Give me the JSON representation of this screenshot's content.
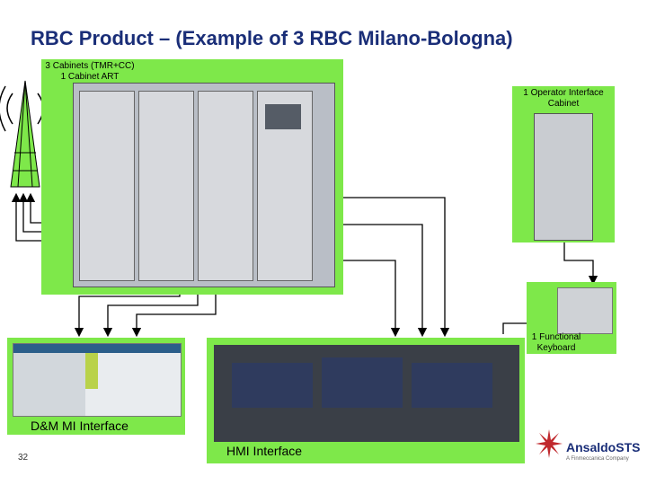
{
  "title": "RBC Product – (Example of 3 RBC Milano-Bologna)",
  "labels": {
    "cabinets": [
      "3 Cabinets (TMR+CC)",
      "1 Cabinet ART"
    ],
    "operator_cabinet": [
      "1 Operator Interface",
      "Cabinet"
    ],
    "keyboard": [
      "1 Functional",
      "Keyboard"
    ],
    "dm_interface": "D&M MI Interface",
    "hmi_interface": "HMI Interface"
  },
  "page_number": "32",
  "logo": {
    "name": "AnsaldoSTS",
    "tagline": "A Finmeccanica Company"
  },
  "colors": {
    "title": "#1a2e78",
    "green_box": "#7ee84a",
    "logo_red": "#c0282d",
    "logo_blue": "#1a2e78"
  }
}
